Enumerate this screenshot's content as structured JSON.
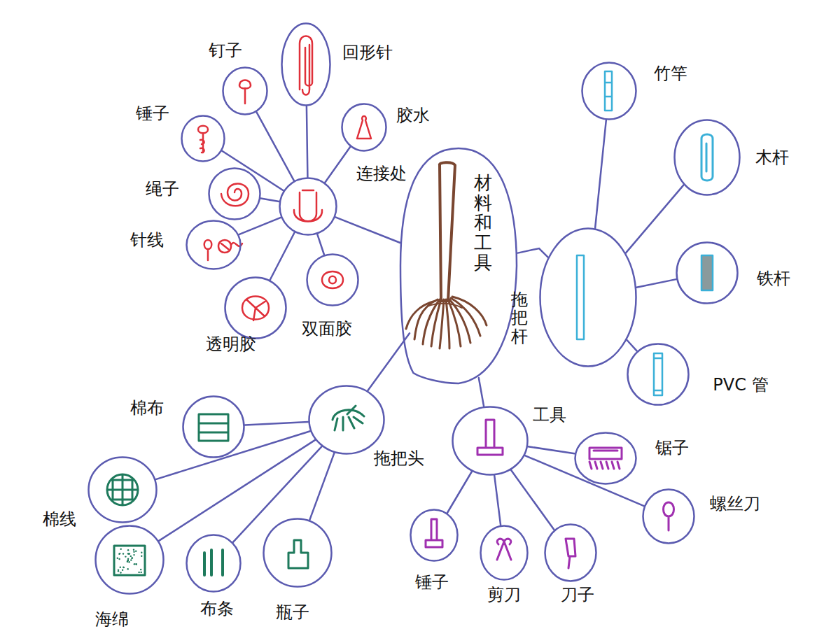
{
  "diagram": {
    "nodes": [
      {
        "text": [
          "材料和工具"
        ]
      },
      {
        "text": [
          "连接处"
        ]
      },
      {
        "text": [
          "钉子"
        ]
      },
      {
        "text": [
          "回形针"
        ]
      },
      {
        "text": [
          "胶水"
        ]
      },
      {
        "text": [
          "锤子"
        ]
      },
      {
        "text": [
          "绳子"
        ]
      },
      {
        "text": [
          "针线"
        ]
      },
      {
        "text": [
          "透明胶"
        ]
      },
      {
        "text": [
          "双面胶"
        ]
      },
      {
        "text": [
          "拖把杆"
        ]
      },
      {
        "text": [
          "竹竿"
        ]
      },
      {
        "text": [
          "木杆"
        ]
      },
      {
        "text": [
          "铁杆"
        ]
      },
      {
        "text": [
          "PVC 管"
        ]
      },
      {
        "text": [
          "拖把头"
        ]
      },
      {
        "text": [
          "棉布"
        ]
      },
      {
        "text": [
          "棉线"
        ]
      },
      {
        "text": [
          "海绵"
        ]
      },
      {
        "text": [
          "布条"
        ]
      },
      {
        "text": [
          "瓶子"
        ]
      },
      {
        "text": [
          "工具"
        ]
      },
      {
        "text": [
          "锯子"
        ]
      },
      {
        "text": [
          "螺丝刀"
        ]
      },
      {
        "text": [
          "锤子"
        ]
      },
      {
        "text": [
          "剪刀"
        ]
      },
      {
        "text": [
          "刀子"
        ]
      }
    ],
    "edges": [
      {
        "from": 0,
        "to": 1,
        "arrow": "none"
      },
      {
        "from": 1,
        "to": 2,
        "arrow": "none"
      },
      {
        "from": 1,
        "to": 3,
        "arrow": "none"
      },
      {
        "from": 1,
        "to": 4,
        "arrow": "none"
      },
      {
        "from": 1,
        "to": 5,
        "arrow": "none"
      },
      {
        "from": 1,
        "to": 6,
        "arrow": "none"
      },
      {
        "from": 1,
        "to": 7,
        "arrow": "none"
      },
      {
        "from": 1,
        "to": 8,
        "arrow": "none"
      },
      {
        "from": 1,
        "to": 9,
        "arrow": "none"
      },
      {
        "from": 0,
        "to": 10,
        "arrow": "none"
      },
      {
        "from": 10,
        "to": 11,
        "arrow": "none"
      },
      {
        "from": 10,
        "to": 12,
        "arrow": "none"
      },
      {
        "from": 10,
        "to": 13,
        "arrow": "none"
      },
      {
        "from": 10,
        "to": 14,
        "arrow": "none"
      },
      {
        "from": 0,
        "to": 15,
        "arrow": "none"
      },
      {
        "from": 15,
        "to": 16,
        "arrow": "none"
      },
      {
        "from": 15,
        "to": 17,
        "arrow": "none"
      },
      {
        "from": 15,
        "to": 18,
        "arrow": "none"
      },
      {
        "from": 15,
        "to": 19,
        "arrow": "none"
      },
      {
        "from": 15,
        "to": 20,
        "arrow": "none"
      },
      {
        "from": 0,
        "to": 21,
        "arrow": "none"
      },
      {
        "from": 21,
        "to": 22,
        "arrow": "none"
      },
      {
        "from": 21,
        "to": 23,
        "arrow": "none"
      },
      {
        "from": 21,
        "to": 24,
        "arrow": "none"
      },
      {
        "from": 21,
        "to": 25,
        "arrow": "none"
      },
      {
        "from": 21,
        "to": 26,
        "arrow": "none"
      }
    ]
  }
}
